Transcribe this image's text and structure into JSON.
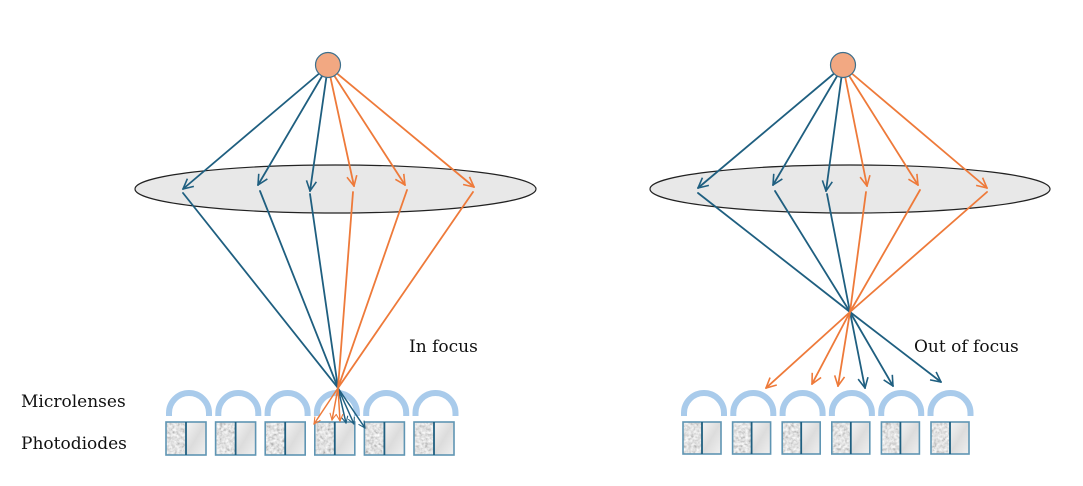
{
  "labels": {
    "microlenses": "Microlenses",
    "photodiodes": "Photodiodes",
    "in_focus": "In focus",
    "out_of_focus": "Out of focus"
  },
  "colors": {
    "ray_blue": "#1f5f80",
    "ray_orange": "#ee7a3a",
    "source_fill": "#f2a882",
    "source_stroke": "#3d6f8c",
    "lens_fill": "#e8e8e8",
    "lens_stroke": "#222222",
    "microlens": "#a9cbeb",
    "photodiode_border": "#5f95b3",
    "photodiode_divider": "#1f5f80"
  },
  "panels": [
    {
      "id": "in-focus",
      "title_key": "in_focus",
      "microlens_count": 6,
      "photodiode_count": 6,
      "ray_colors": [
        "blue",
        "blue",
        "blue",
        "orange",
        "orange",
        "orange"
      ],
      "focus_state": "focused-on-sensor"
    },
    {
      "id": "out-of-focus",
      "title_key": "out_of_focus",
      "microlens_count": 6,
      "photodiode_count": 6,
      "ray_colors": [
        "blue",
        "blue",
        "blue",
        "orange",
        "orange",
        "orange"
      ],
      "focus_state": "focused-before-sensor"
    }
  ]
}
